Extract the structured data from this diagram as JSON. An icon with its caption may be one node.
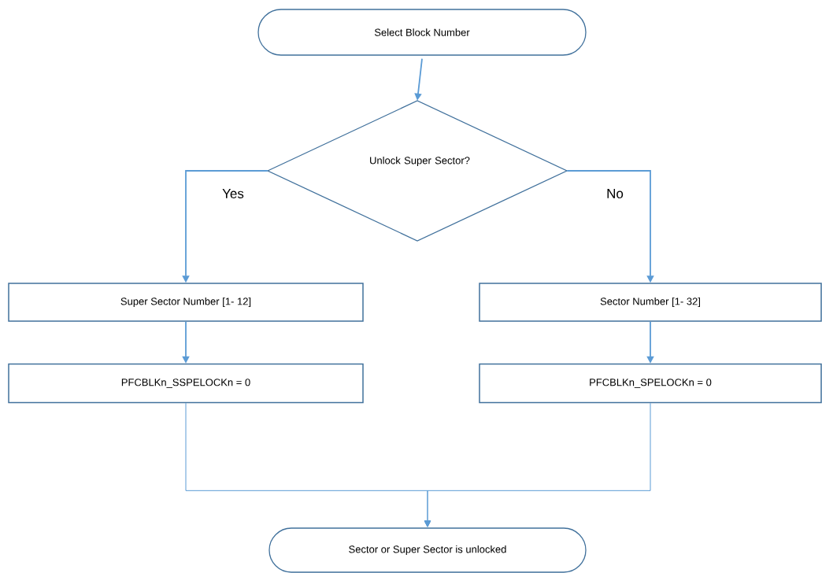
{
  "diagram": {
    "nodes": [
      {
        "text": [
          "Select Block Number"
        ]
      },
      {
        "text": [
          "Unlock Super Sector?"
        ]
      },
      {
        "text": [
          "Super Sector Number [1- 12]"
        ]
      },
      {
        "text": [
          "Sector Number [1- 32]"
        ]
      },
      {
        "text": [
          "PFCBLKn_SSPELOCKn = 0"
        ]
      },
      {
        "text": [
          "PFCBLKn_SPELOCKn = 0"
        ]
      },
      {
        "text": [
          "Sector or Super Sector is unlocked"
        ]
      }
    ],
    "edges": [
      {
        "from": 0,
        "to": 1,
        "arrow": "to"
      },
      {
        "from": 1,
        "to": 2,
        "arrow": "to",
        "label": "Yes"
      },
      {
        "from": 1,
        "to": 3,
        "arrow": "to",
        "label": "No"
      },
      {
        "from": 2,
        "to": 4,
        "arrow": "to"
      },
      {
        "from": 3,
        "to": 5,
        "arrow": "to"
      },
      {
        "from": 4,
        "to": 6,
        "arrow": "to"
      },
      {
        "from": 5,
        "to": 6,
        "arrow": "to"
      }
    ]
  }
}
